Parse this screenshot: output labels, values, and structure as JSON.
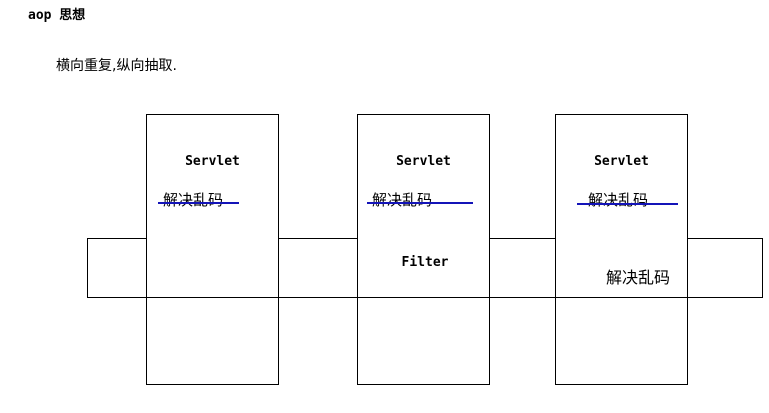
{
  "page": {
    "title": "aop 思想",
    "subtitle": "横向重复,纵向抽取."
  },
  "diagram": {
    "type": "aop-cross-cutting-concern",
    "accent_color": "#1414b8",
    "line_color": "#000000",
    "background": "#ffffff",
    "columns": [
      {
        "id": "servlet-1",
        "label": "Servlet",
        "concern": "解决乱码",
        "concern_struck_through": true
      },
      {
        "id": "servlet-2",
        "label": "Servlet",
        "concern": "解决乱码",
        "concern_struck_through": true
      },
      {
        "id": "servlet-3",
        "label": "Servlet",
        "concern": "解决乱码",
        "concern_struck_through": true
      }
    ],
    "crosscut": {
      "id": "filter-bar",
      "label": "Filter",
      "note": "解决乱码"
    }
  }
}
